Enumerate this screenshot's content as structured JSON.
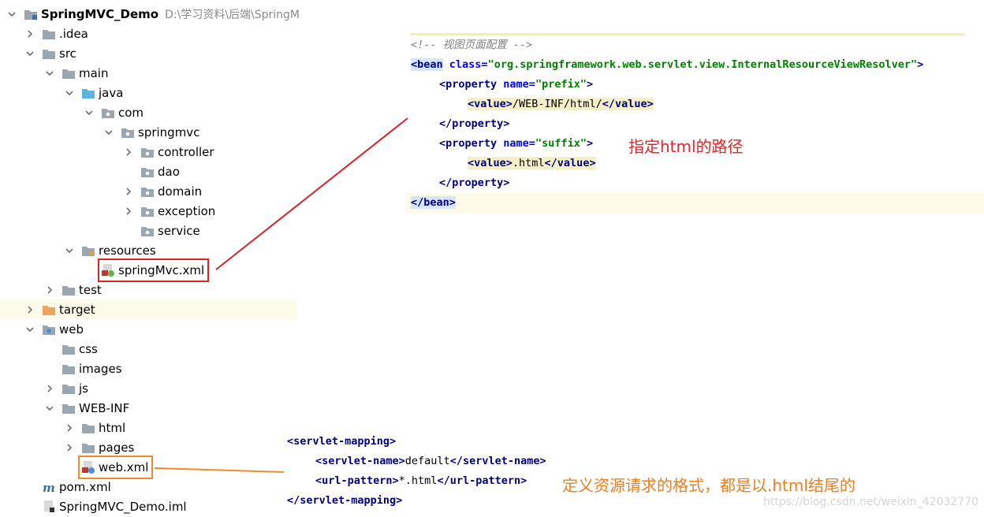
{
  "tree": {
    "root": {
      "label": "SpringMVC_Demo",
      "path": "D:\\学习资料\\后端\\SpringM"
    },
    "items": [
      {
        "label": ".idea"
      },
      {
        "label": "src"
      },
      {
        "label": "main"
      },
      {
        "label": "java"
      },
      {
        "label": "com"
      },
      {
        "label": "springmvc"
      },
      {
        "label": "controller"
      },
      {
        "label": "dao"
      },
      {
        "label": "domain"
      },
      {
        "label": "exception"
      },
      {
        "label": "service"
      },
      {
        "label": "resources"
      },
      {
        "label": "springMvc.xml"
      },
      {
        "label": "test"
      },
      {
        "label": "target"
      },
      {
        "label": "web"
      },
      {
        "label": "css"
      },
      {
        "label": "images"
      },
      {
        "label": "js"
      },
      {
        "label": "WEB-INF"
      },
      {
        "label": "html"
      },
      {
        "label": "pages"
      },
      {
        "label": "web.xml"
      },
      {
        "label": "pom.xml"
      },
      {
        "label": "SpringMVC_Demo.iml"
      }
    ]
  },
  "code_top": {
    "comment": "<!-- 视图页面配置 -->",
    "bean_open_tag": "<bean",
    "bean_class_attr": "class=",
    "bean_class_value": "\"org.springframework.web.servlet.view.InternalResourceViewResolver\"",
    "bean_close_bracket": ">",
    "property_open_tag": "<property",
    "name_attr": "name=",
    "prefix_value": "\"prefix\"",
    "suffix_value": "\"suffix\"",
    "gt": ">",
    "value_open": "<value>",
    "value_close": "</value>",
    "prefix_text": "/WEB-INF/html/",
    "suffix_text": ".html",
    "property_close": "</property>",
    "bean_close": "</bean>"
  },
  "code_bottom": {
    "mapping_open": "<servlet-mapping>",
    "name_open": "<servlet-name>",
    "name_text": "default",
    "name_close": "</servlet-name>",
    "url_open": "<url-pattern>",
    "url_text": "*.html",
    "url_close": "</url-pattern>",
    "mapping_close": "</servlet-mapping>"
  },
  "notes": {
    "red": "指定html的路径",
    "orange": "定义资源请求的格式，都是以.html结尾的"
  },
  "watermark": "https://blog.csdn.net/weixin_42032770",
  "colors": {
    "annotation_red": "#d8232a",
    "annotation_orange": "#f08a2c",
    "xml_tag": "#000080",
    "xml_attr": "#0000ff",
    "xml_string": "#008000"
  }
}
